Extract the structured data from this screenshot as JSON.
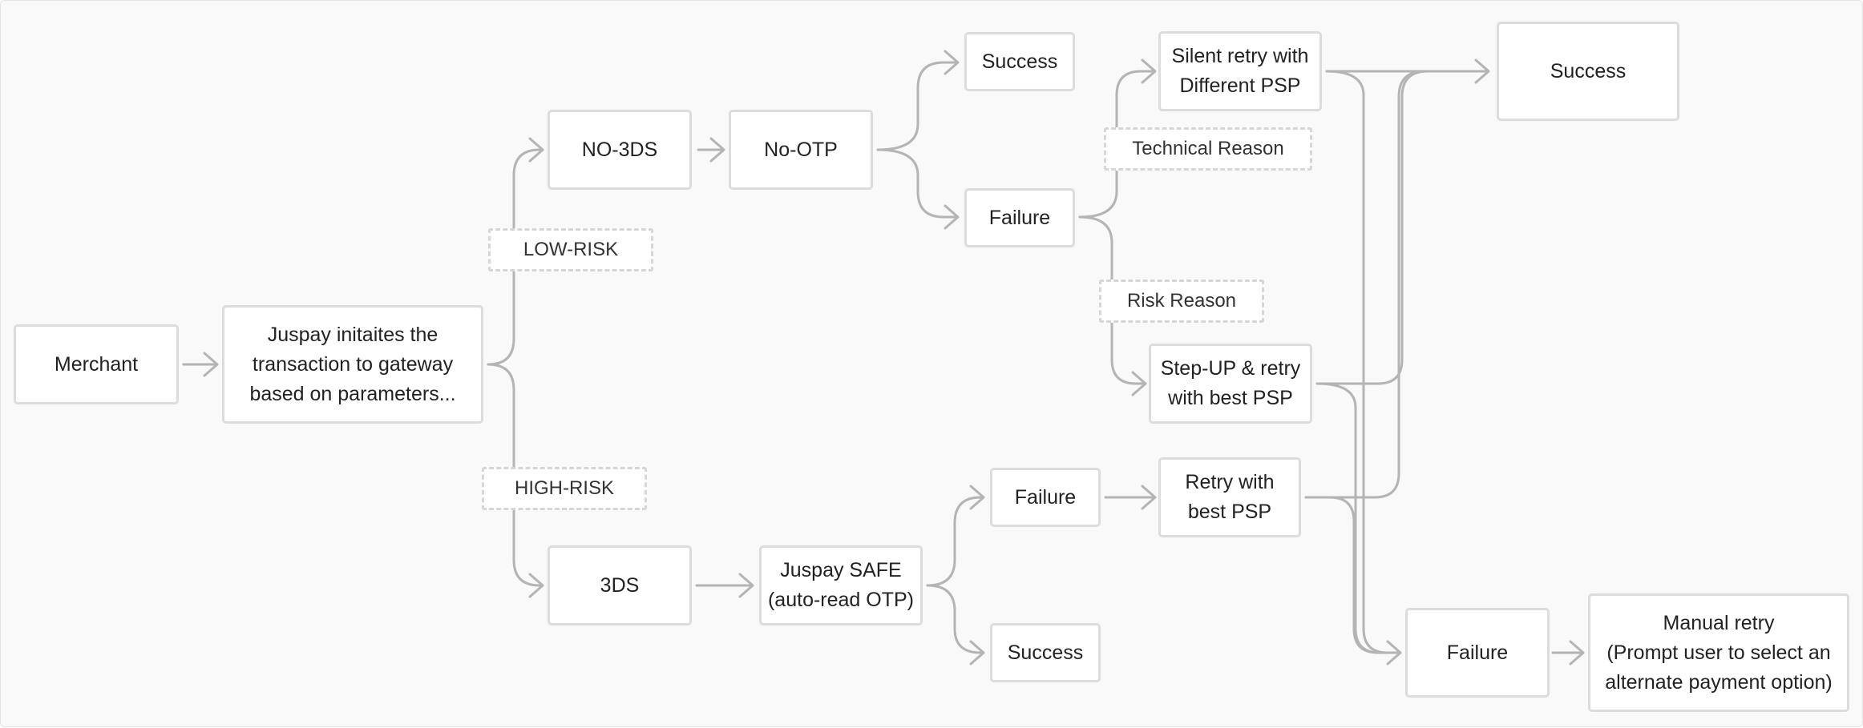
{
  "nodes": {
    "merchant": "Merchant",
    "juspay_initiates": "Juspay initaites the\ntransaction to gateway\n based on parameters...",
    "no_3ds": "NO-3DS",
    "no_otp": "No-OTP",
    "success_top": "Success",
    "failure_top": "Failure",
    "silent_retry": "Silent retry with\nDifferent PSP",
    "step_up_retry": "Step-UP & retry\nwith best PSP",
    "success_final": "Success",
    "three_ds": "3DS",
    "juspay_safe": "Juspay SAFE\n(auto-read OTP)",
    "failure_3ds": "Failure",
    "success_3ds": "Success",
    "retry_best_psp": "Retry with\nbest PSP",
    "failure_final": "Failure",
    "manual_retry": "Manual retry\n(Prompt user to select an\nalternate payment option)"
  },
  "labels": {
    "low_risk": "LOW-RISK",
    "high_risk": "HIGH-RISK",
    "technical_reason": "Technical Reason",
    "risk_reason": "Risk Reason"
  },
  "colors": {
    "edge": "#b4b4b4",
    "node_border": "#dcdcdc",
    "background": "#f9f9f9"
  }
}
